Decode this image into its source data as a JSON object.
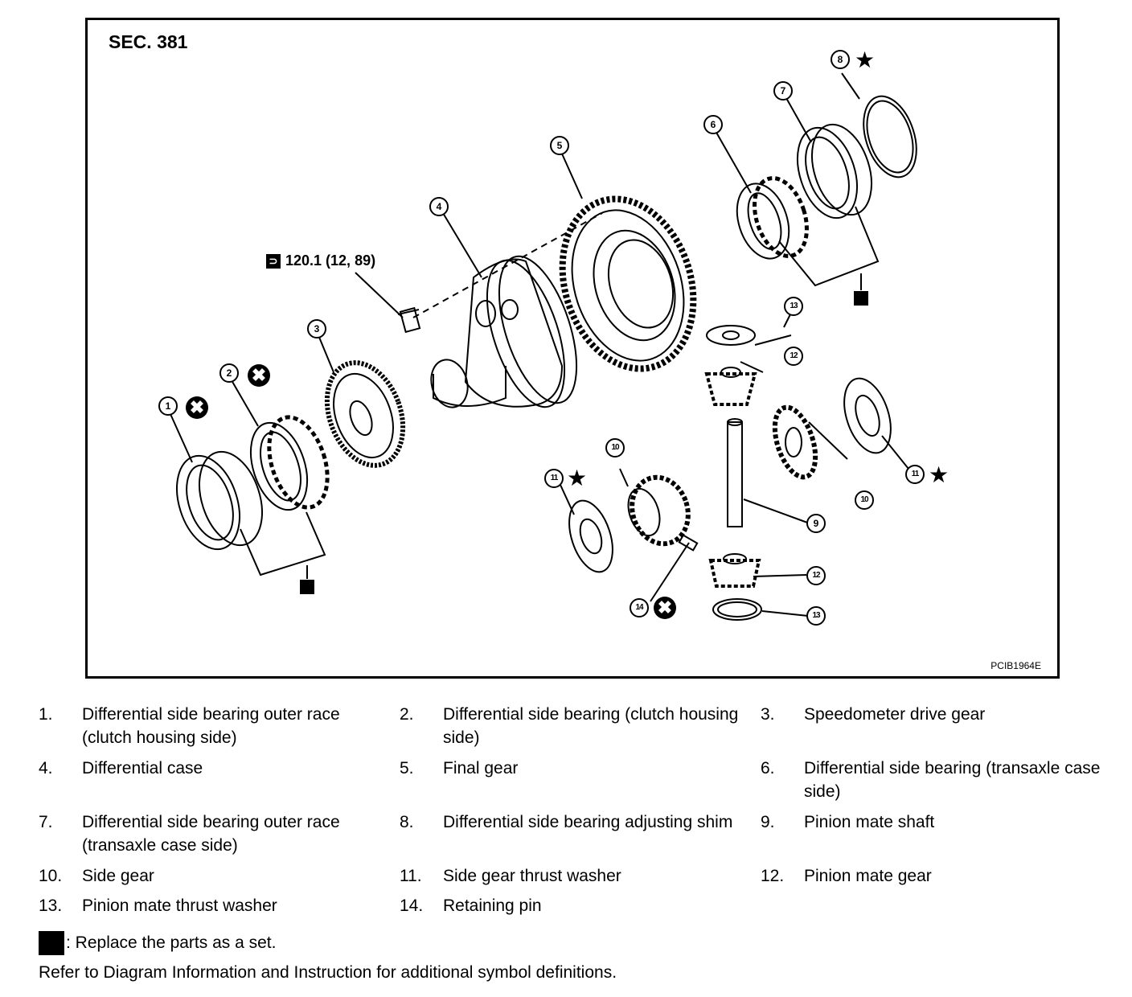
{
  "diagram": {
    "section": "SEC. 381",
    "code": "PCIB1964E",
    "torque": "120.1 (12, 89)",
    "callouts": [
      "1",
      "2",
      "3",
      "4",
      "5",
      "6",
      "7",
      "8",
      "9",
      "10",
      "11",
      "11",
      "12",
      "12",
      "13",
      "13",
      "14"
    ],
    "symbols": {
      "replace": "✖",
      "star": "★"
    }
  },
  "legend": [
    {
      "num": "1.",
      "text": "Differential side bearing outer race (clutch housing side)"
    },
    {
      "num": "2.",
      "text": "Differential side bearing (clutch housing side)"
    },
    {
      "num": "3.",
      "text": "Speedometer drive gear"
    },
    {
      "num": "4.",
      "text": "Differential case"
    },
    {
      "num": "5.",
      "text": "Final gear"
    },
    {
      "num": "6.",
      "text": "Differential side bearing (transaxle case side)"
    },
    {
      "num": "7.",
      "text": "Differential side bearing outer race (transaxle case side)"
    },
    {
      "num": "8.",
      "text": "Differential side bearing adjusting shim"
    },
    {
      "num": "9.",
      "text": "Pinion mate shaft"
    },
    {
      "num": "10.",
      "text": "Side gear"
    },
    {
      "num": "11.",
      "text": "Side gear thrust washer"
    },
    {
      "num": "12.",
      "text": "Pinion mate gear"
    },
    {
      "num": "13.",
      "text": "Pinion mate thrust washer"
    },
    {
      "num": "14.",
      "text": "Retaining pin"
    }
  ],
  "notes": {
    "set": ": Replace the parts as a set.",
    "refer": "Refer to Diagram Information and Instruction for additional symbol definitions."
  }
}
